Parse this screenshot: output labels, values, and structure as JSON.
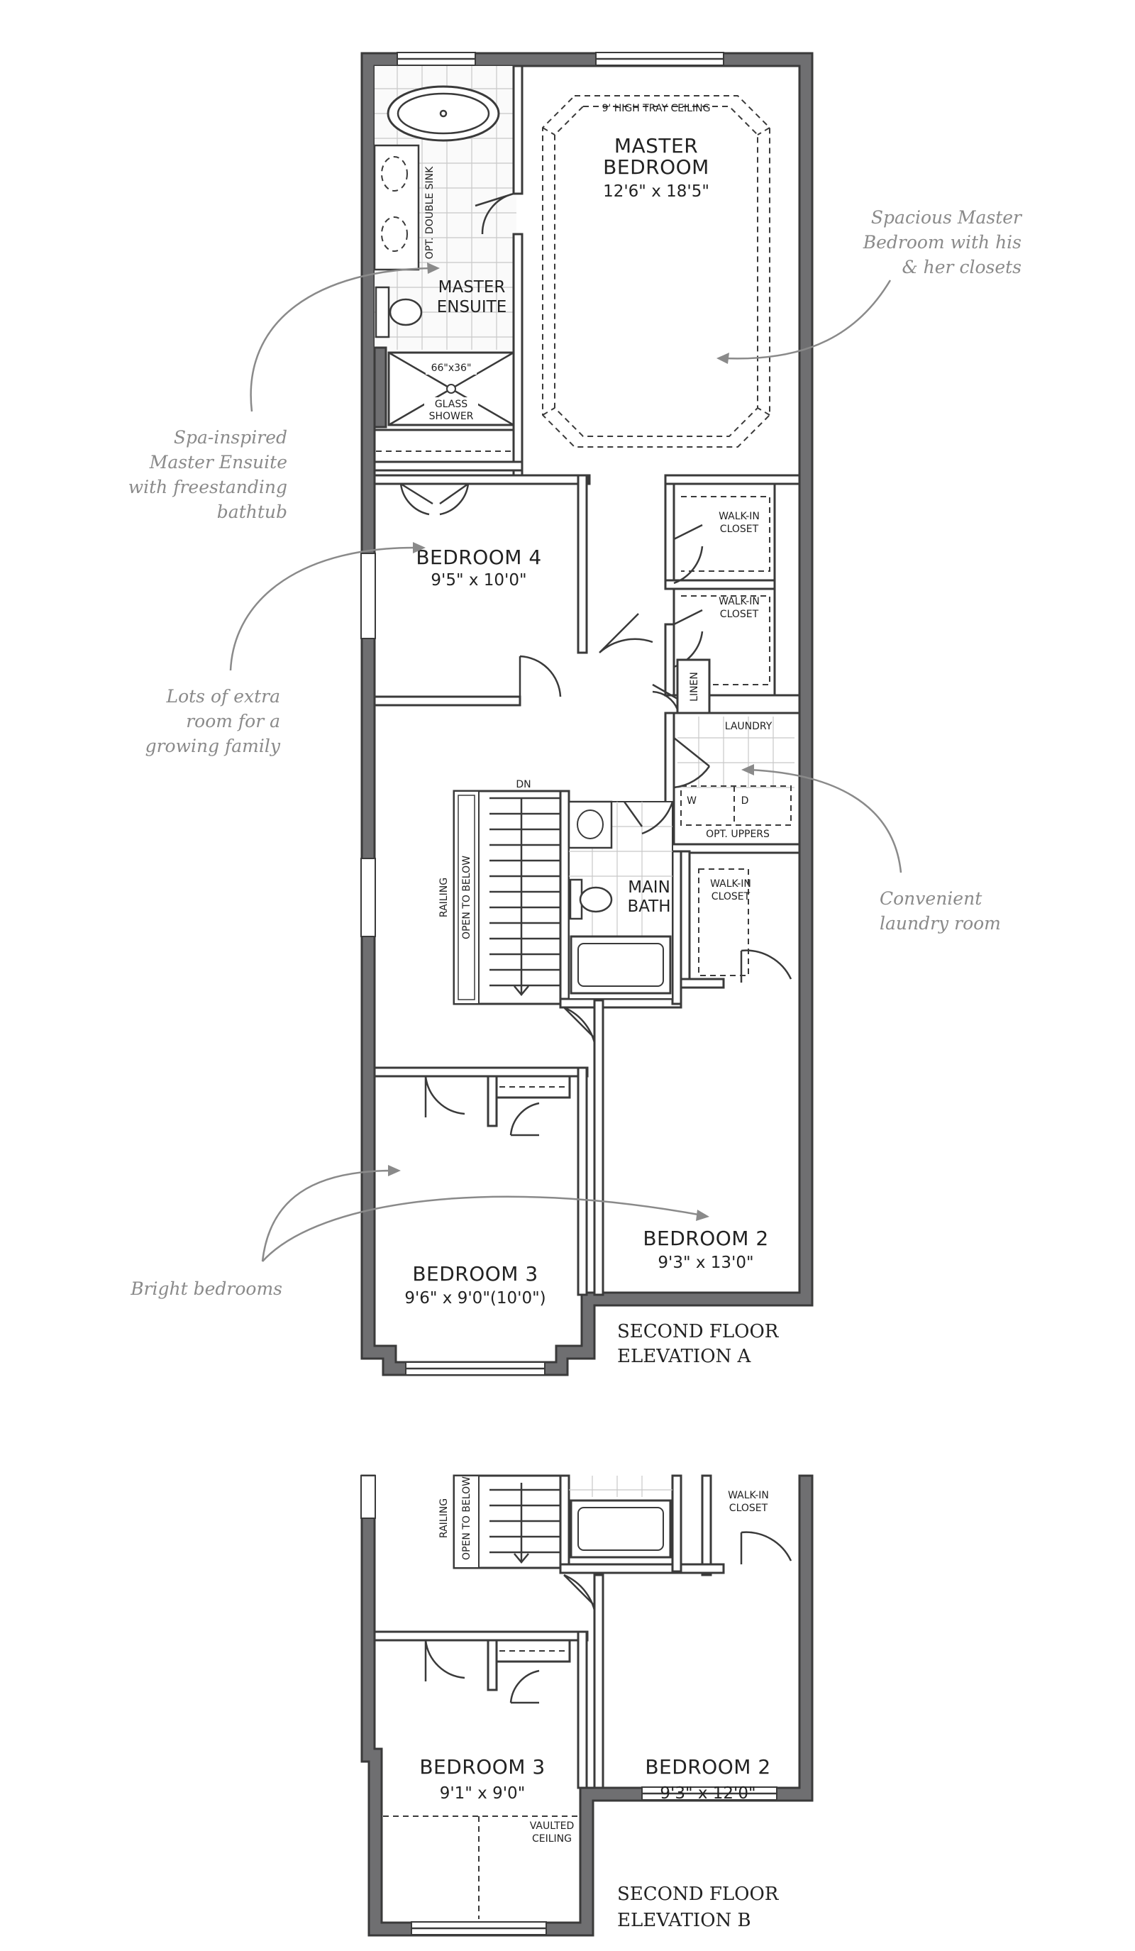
{
  "plan_a": {
    "master_bedroom": {
      "name_line1": "MASTER",
      "name_line2": "BEDROOM",
      "dims": "12'6\" x 18'5\"",
      "ceiling": "9' HIGH TRAY CEILING"
    },
    "master_ensuite": {
      "name_line1": "MASTER",
      "name_line2": "ENSUITE",
      "sink": "OPT. DOUBLE SINK",
      "shower_size": "66\"x36\"",
      "shower_line1": "GLASS",
      "shower_line2": "SHOWER"
    },
    "bedroom4": {
      "name": "BEDROOM 4",
      "dims": "9'5\" x 10'0\""
    },
    "walkin1": {
      "line1": "WALK-IN",
      "line2": "CLOSET"
    },
    "walkin2": {
      "line1": "WALK-IN",
      "line2": "CLOSET"
    },
    "linen": "LINEN",
    "laundry": {
      "name": "LAUNDRY",
      "washer": "W",
      "dryer": "D",
      "uppers": "OPT. UPPERS"
    },
    "stairs": {
      "dn": "DN",
      "railing": "RAILING",
      "open": "OPEN TO BELOW"
    },
    "main_bath": {
      "line1": "MAIN",
      "line2": "BATH"
    },
    "walkin3": {
      "line1": "WALK-IN",
      "line2": "CLOSET"
    },
    "bedroom2": {
      "name": "BEDROOM 2",
      "dims": "9'3\" x 13'0\""
    },
    "bedroom3": {
      "name": "BEDROOM 3",
      "dims": "9'6\" x 9'0\"(10'0\")"
    },
    "caption_line1": "SECOND FLOOR",
    "caption_line2": "ELEVATION A"
  },
  "plan_b": {
    "stairs": {
      "railing": "RAILING",
      "open": "OPEN TO BELOW"
    },
    "walkin": {
      "line1": "WALK-IN",
      "line2": "CLOSET"
    },
    "bedroom3": {
      "name": "BEDROOM 3",
      "dims": "9'1\" x 9'0\"",
      "vaulted_line1": "VAULTED",
      "vaulted_line2": "CEILING"
    },
    "bedroom2": {
      "name": "BEDROOM 2",
      "dims": "9'3\" x 12'0\""
    },
    "caption_line1": "SECOND FLOOR",
    "caption_line2": "ELEVATION B"
  },
  "notes": {
    "master_line1": "Spacious Master",
    "master_line2": "Bedroom with his",
    "master_line3": "& her closets",
    "ensuite_line1": "Spa-inspired",
    "ensuite_line2": "Master Ensuite",
    "ensuite_line3": "with freestanding",
    "ensuite_line4": "bathtub",
    "family_line1": "Lots of extra",
    "family_line2": "room for a",
    "family_line3": "growing family",
    "laundry_line1": "Convenient",
    "laundry_line2": "laundry room",
    "bedrooms": "Bright bedrooms"
  },
  "colors": {
    "wall": "#6f6f71",
    "line": "#3a3a3a",
    "note": "#8a8a8a"
  }
}
